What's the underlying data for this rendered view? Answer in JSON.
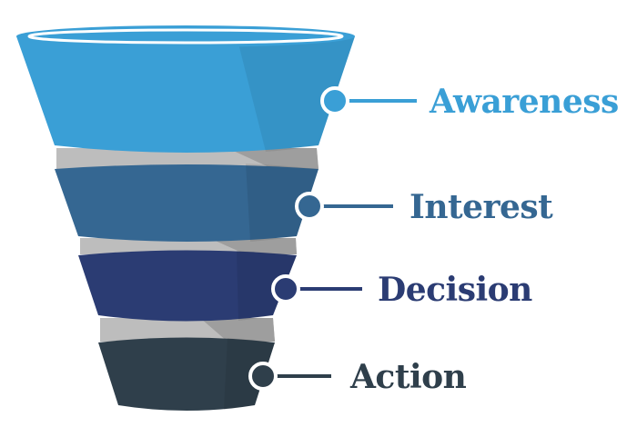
{
  "funnel": {
    "stages": [
      {
        "label": "Awareness",
        "color": "#3a9fd6",
        "accent": "#3a9fd6"
      },
      {
        "label": "Interest",
        "color": "#356792",
        "accent": "#356792"
      },
      {
        "label": "Decision",
        "color": "#2b3c73",
        "accent": "#2b3c73"
      },
      {
        "label": "Action",
        "color": "#2f3f4b",
        "accent": "#2f3f4b"
      }
    ],
    "connector_color": "#bdbdbd",
    "connector_shade": "#9e9e9e"
  }
}
